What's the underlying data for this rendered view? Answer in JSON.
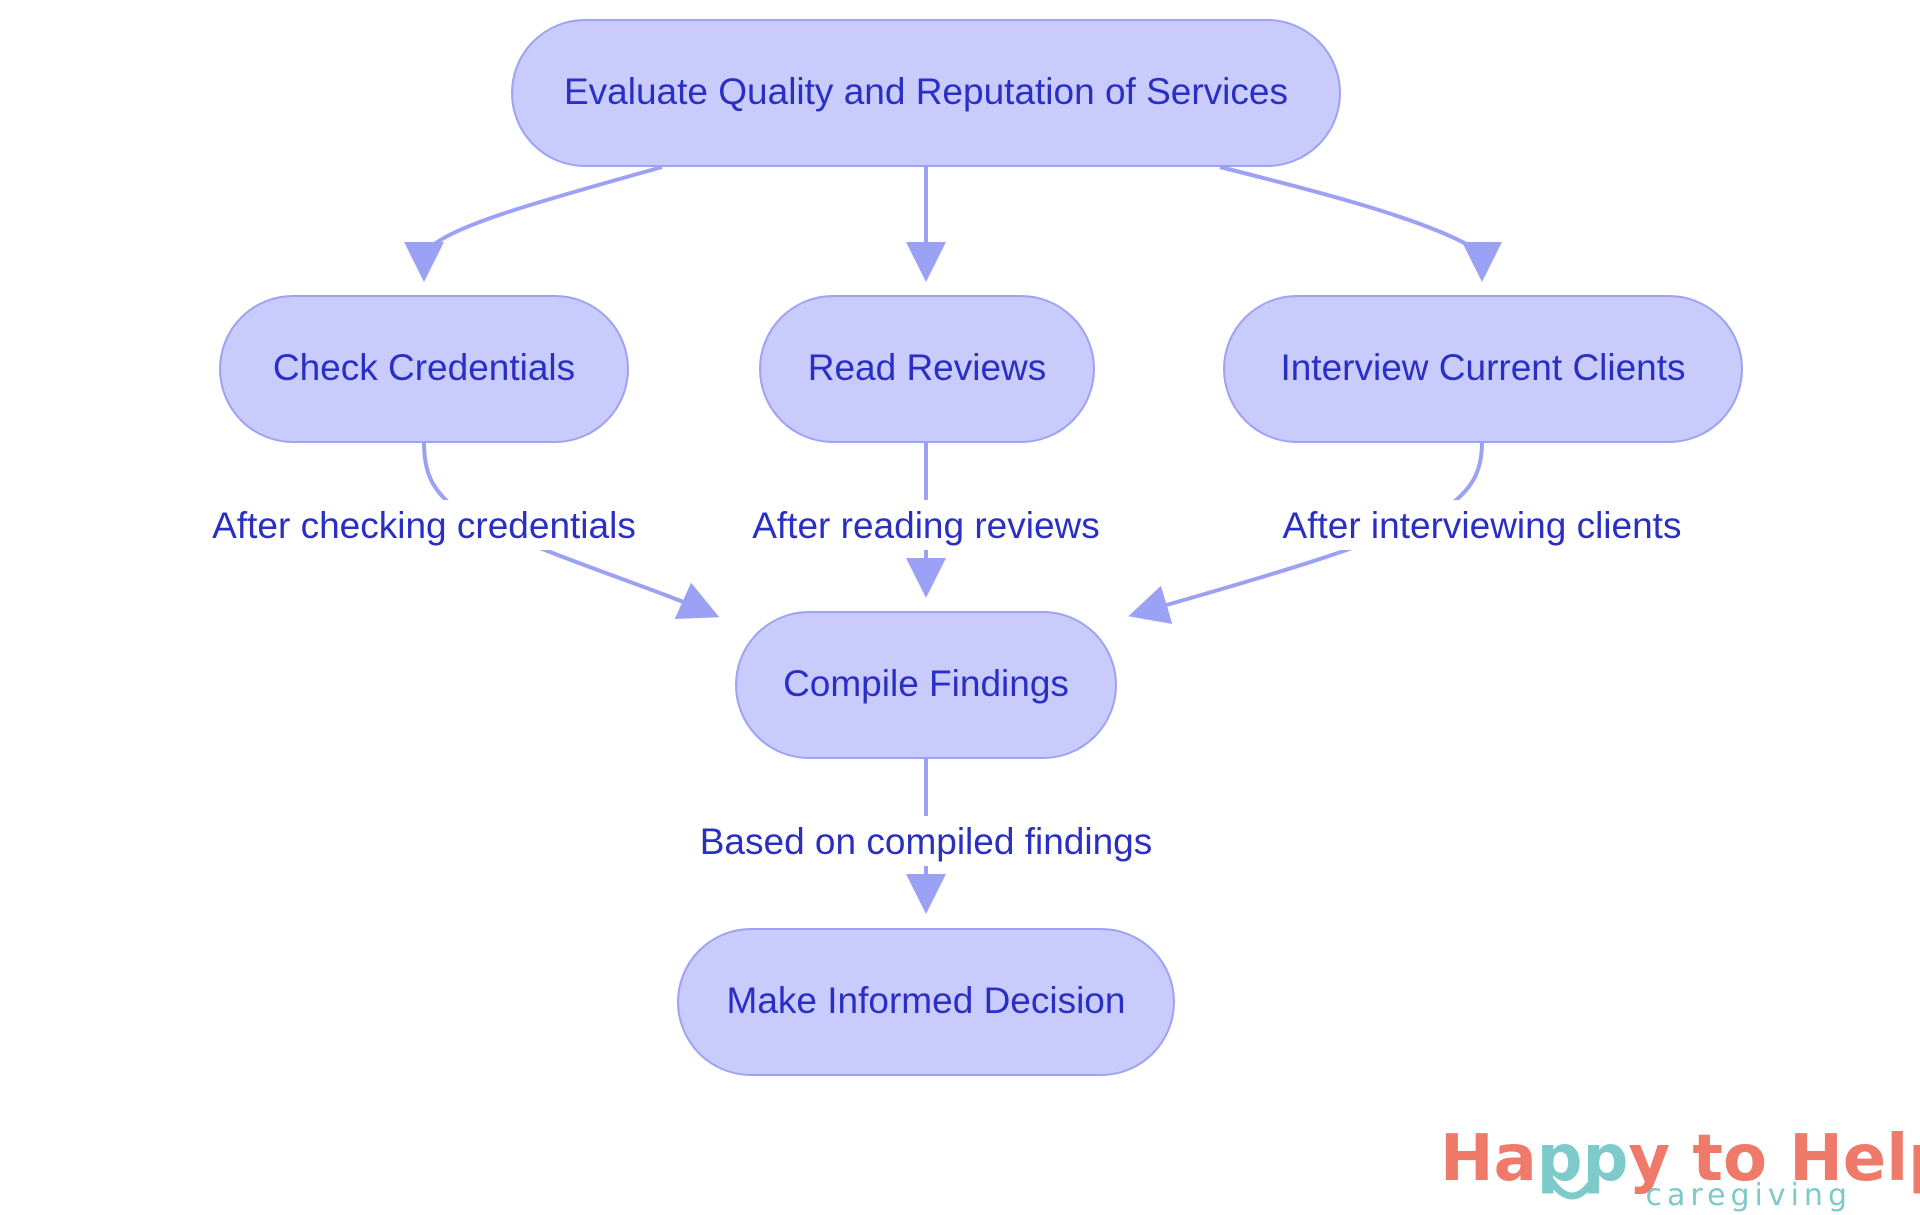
{
  "colors": {
    "node_fill": "#c8cbfc",
    "node_stroke": "#9da2f2",
    "edge": "#9ba1f4",
    "text": "#2a2fc4",
    "logo_coral": "#f07a6a",
    "logo_teal": "#7ec9c9"
  },
  "nodes": {
    "evaluate": "Evaluate Quality and Reputation of Services",
    "credentials": "Check Credentials",
    "reviews": "Read Reviews",
    "interview": "Interview Current Clients",
    "compile": "Compile Findings",
    "decision": "Make Informed Decision"
  },
  "edges": {
    "after_credentials": "After checking credentials",
    "after_reviews": "After reading reviews",
    "after_interview": "After interviewing clients",
    "based_on_findings": "Based on compiled findings"
  },
  "logo": {
    "part1": "Ha",
    "part2": "pp",
    "part3": "y to Help",
    "subtitle": "caregiving"
  }
}
